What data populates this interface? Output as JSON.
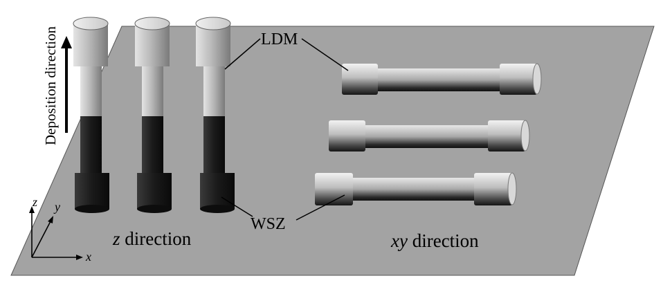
{
  "labels": {
    "deposition": "Deposition direction",
    "ldm": "LDM",
    "wsz": "WSZ",
    "z_dir_italic": "z",
    "z_dir_rest": " direction",
    "xy_dir_italic": "xy",
    "xy_dir_rest": " direction"
  },
  "axes": {
    "x": "x",
    "y": "y",
    "z": "z"
  },
  "colors": {
    "plate": "#a3a3a3",
    "ldm_light": "#b8b8b8",
    "wsz_dark": "#1c1c1c"
  }
}
